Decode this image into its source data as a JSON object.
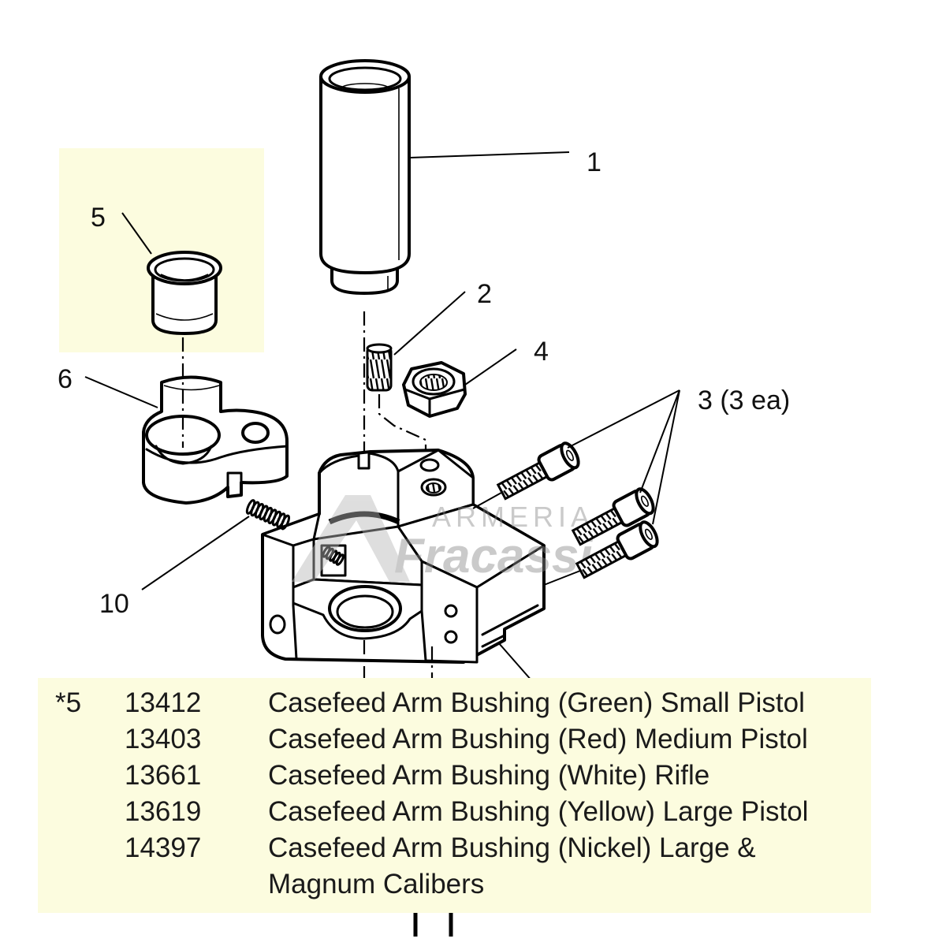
{
  "diagram": {
    "callouts": {
      "part_1": "1",
      "part_2": "2",
      "part_3": "3 (3 ea)",
      "part_4": "4",
      "part_5": "5",
      "part_6": "6",
      "part_10": "10"
    },
    "watermark": {
      "line1": "ARMERIA",
      "line2": "Fracassi"
    }
  },
  "parts_list": {
    "rows": [
      {
        "item": "*5",
        "part": "13412",
        "description": "Casefeed Arm Bushing (Green) Small Pistol"
      },
      {
        "part": "13403",
        "description": "Casefeed Arm Bushing (Red) Medium Pistol"
      },
      {
        "part": "13661",
        "description": "Casefeed Arm Bushing (White) Rifle"
      },
      {
        "part": "13619",
        "description": "Casefeed Arm Bushing (Yellow) Large Pistol"
      },
      {
        "part": "14397",
        "description": "Casefeed Arm Bushing (Nickel) Large & Magnum Calibers"
      }
    ]
  },
  "colors": {
    "highlight_box": "#fcfcdf",
    "line": "#000000",
    "watermark": "#8c8c8c"
  }
}
